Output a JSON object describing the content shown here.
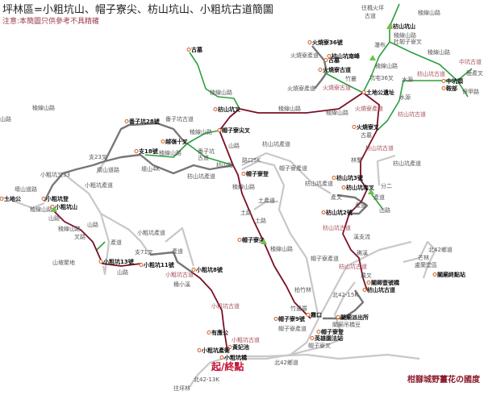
{
  "title": "坪林區=小粗坑山、帽子寮尖、枋山坑山、小粗坑古道簡圖",
  "note": "注意:本簡圖只供參考不具精確",
  "start_label": "起/終點",
  "credit": "柑腳城野薑花の國度",
  "colors": {
    "main_trail": "#7a0f24",
    "side_trail": "#2e9e3e",
    "paved_road": "#777777",
    "farm_road": "#c8c8c8",
    "ancient_label": "#a5505c",
    "start": "#c01030"
  },
  "labels": [
    {
      "text": "古墓",
      "kind": "place"
    },
    {
      "text": "枋山坑叉",
      "kind": "place"
    },
    {
      "text": "番子坑28號",
      "kind": "place"
    },
    {
      "text": "帽子寮尖叉",
      "kind": "place"
    },
    {
      "text": "越嶺十叉",
      "kind": "place"
    },
    {
      "text": "支18號",
      "kind": "place"
    },
    {
      "text": "枋山坑山",
      "kind": "place"
    },
    {
      "text": "杜韌子寮叉",
      "kind": "road"
    },
    {
      "text": "枋山坑南峰",
      "kind": "place"
    },
    {
      "text": "火燒寮36號",
      "kind": "place"
    },
    {
      "text": "古墓",
      "kind": "place"
    },
    {
      "text": "火燒寮古道",
      "kind": "place"
    },
    {
      "text": "土地公遺址",
      "kind": "place"
    },
    {
      "text": "中坑頭",
      "kind": "place"
    },
    {
      "text": "鞍部",
      "kind": "place"
    },
    {
      "text": "火燒寮叉",
      "kind": "place"
    },
    {
      "text": "古墓",
      "kind": "road"
    },
    {
      "text": "林墾",
      "kind": "road"
    },
    {
      "text": "枋山坑3號",
      "kind": "place"
    },
    {
      "text": "枋山坑南叉",
      "kind": "place"
    },
    {
      "text": "分二",
      "kind": "road"
    },
    {
      "text": "產道",
      "kind": "road"
    },
    {
      "text": "山路",
      "kind": "road"
    },
    {
      "text": "產叉",
      "kind": "road"
    },
    {
      "text": "產道",
      "kind": "road"
    },
    {
      "text": "枋山坑2號",
      "kind": "place"
    },
    {
      "text": "溪支流",
      "kind": "road"
    },
    {
      "text": "礁溪",
      "kind": "road"
    },
    {
      "text": "農叉",
      "kind": "road"
    },
    {
      "text": "關卿壹號橋",
      "kind": "place"
    },
    {
      "text": "枋山坑古道",
      "kind": "place"
    },
    {
      "text": "北42-15K",
      "kind": "road"
    },
    {
      "text": "芒林",
      "kind": "road"
    },
    {
      "text": "盧蘭堂區",
      "kind": "road"
    },
    {
      "text": "北42鄉道",
      "kind": "road"
    },
    {
      "text": "關廟終點站",
      "kind": "place"
    },
    {
      "text": "柏竹林",
      "kind": "road"
    },
    {
      "text": "竹篙厝",
      "kind": "road"
    },
    {
      "text": "帽子寮9號",
      "kind": "place"
    },
    {
      "text": "霧口",
      "kind": "place"
    },
    {
      "text": "關廟派出所",
      "kind": "place"
    },
    {
      "text": "關廟吊橋豆",
      "kind": "road"
    },
    {
      "text": "帽子寮登",
      "kind": "place"
    },
    {
      "text": "英雄園法站",
      "kind": "place"
    },
    {
      "text": "帽子寮叉",
      "kind": "road"
    },
    {
      "text": "帽子寮產道",
      "kind": "road"
    },
    {
      "text": "北42鄉道",
      "kind": "road"
    },
    {
      "text": "小粗坑8號",
      "kind": "place"
    },
    {
      "text": "小粗坑古道",
      "kind": "ancient"
    },
    {
      "text": "桶小溪",
      "kind": "road"
    },
    {
      "text": "小粗坑古道",
      "kind": "ancient"
    },
    {
      "text": "有應公",
      "kind": "place"
    },
    {
      "text": "小粗坑古道",
      "kind": "ancient"
    },
    {
      "text": "黃妃池",
      "kind": "place"
    },
    {
      "text": "小粗坑產衛",
      "kind": "place"
    },
    {
      "text": "小粗坑橋",
      "kind": "place"
    },
    {
      "text": "北42-13K",
      "kind": "road"
    },
    {
      "text": "往坪林",
      "kind": "road"
    },
    {
      "text": "壞山道路",
      "kind": "road"
    },
    {
      "text": "土地公",
      "kind": "place"
    },
    {
      "text": "小粗坑叉33",
      "kind": "road"
    },
    {
      "text": "小粗坑產道",
      "kind": "road"
    },
    {
      "text": "支23叉",
      "kind": "road"
    },
    {
      "text": "壞山道路",
      "kind": "road"
    },
    {
      "text": "壞山4K",
      "kind": "road"
    },
    {
      "text": "番子坑古道",
      "kind": "road"
    },
    {
      "text": "稜線山路",
      "kind": "road"
    },
    {
      "text": "稜線山路",
      "kind": "road"
    },
    {
      "text": "番子坑",
      "kind": "road"
    },
    {
      "text": "古道",
      "kind": "road"
    },
    {
      "text": "枋山路",
      "kind": "road"
    },
    {
      "text": "枋山坑產道",
      "kind": "road"
    },
    {
      "text": "山路",
      "kind": "road"
    },
    {
      "text": "小粗坑登",
      "kind": "place"
    },
    {
      "text": "稜線山路",
      "kind": "road"
    },
    {
      "text": "小粗坑山",
      "kind": "place"
    },
    {
      "text": "山路",
      "kind": "road"
    },
    {
      "text": "稜線山路",
      "kind": "road"
    },
    {
      "text": "叉路",
      "kind": "road"
    },
    {
      "text": "山路",
      "kind": "road"
    },
    {
      "text": "產道",
      "kind": "road"
    },
    {
      "text": "小粗坑產道",
      "kind": "road"
    },
    {
      "text": "支71叉",
      "kind": "road"
    },
    {
      "text": "產道",
      "kind": "road"
    },
    {
      "text": "山坡聚地",
      "kind": "road"
    },
    {
      "text": "小粗坑13號",
      "kind": "place"
    },
    {
      "text": "小粗坑11號",
      "kind": "place"
    },
    {
      "text": "山路",
      "kind": "road"
    },
    {
      "text": "枋山坑產道",
      "kind": "road"
    },
    {
      "text": "路口5K",
      "kind": "road"
    },
    {
      "text": "帽子寮登",
      "kind": "place"
    },
    {
      "text": "帽子寮產道",
      "kind": "road"
    },
    {
      "text": "稜線山路",
      "kind": "road"
    },
    {
      "text": "枋山坑產道",
      "kind": "road"
    },
    {
      "text": "土產道",
      "kind": "road"
    },
    {
      "text": "土路",
      "kind": "road"
    },
    {
      "text": "土路",
      "kind": "road"
    },
    {
      "text": "帽子寮尖",
      "kind": "place"
    },
    {
      "text": "稜線山路",
      "kind": "road"
    },
    {
      "text": "帽子寮產道",
      "kind": "road"
    },
    {
      "text": "枋山坑古道",
      "kind": "ancient"
    },
    {
      "text": "枋山坑古道",
      "kind": "ancient"
    },
    {
      "text": "枋山坑古道",
      "kind": "ancient"
    },
    {
      "text": "枋山坑產道",
      "kind": "road"
    },
    {
      "text": "稜線山路",
      "kind": "road"
    },
    {
      "text": "稜線山路",
      "kind": "road"
    },
    {
      "text": "稜線山路",
      "kind": "road"
    },
    {
      "text": "火燒寮產道",
      "kind": "ancient"
    },
    {
      "text": "火燒寮產道",
      "kind": "road"
    },
    {
      "text": "火燒寮產道",
      "kind": "road"
    },
    {
      "text": "火燒寮古道",
      "kind": "ancient"
    },
    {
      "text": "竹叢",
      "kind": "road"
    },
    {
      "text": "坑宅36叉",
      "kind": "road"
    },
    {
      "text": "稜線山路",
      "kind": "road"
    },
    {
      "text": "稜線山路",
      "kind": "road"
    },
    {
      "text": "往楓火坪",
      "kind": "road"
    },
    {
      "text": "古道",
      "kind": "road"
    },
    {
      "text": "稜線山路",
      "kind": "road"
    },
    {
      "text": "稜線山路",
      "kind": "road"
    },
    {
      "text": "瀑布",
      "kind": "road"
    },
    {
      "text": "中坑古道",
      "kind": "ancient"
    },
    {
      "text": "鹿產叉",
      "kind": "road"
    },
    {
      "text": "保甲路",
      "kind": "road"
    },
    {
      "text": "水源",
      "kind": "road"
    },
    {
      "text": "水源",
      "kind": "road"
    },
    {
      "text": "枋山坑古道",
      "kind": "ancient"
    },
    {
      "text": "枋山坑古道",
      "kind": "ancient"
    },
    {
      "text": "稜線山路",
      "kind": "road"
    },
    {
      "text": "山路",
      "kind": "road"
    }
  ]
}
